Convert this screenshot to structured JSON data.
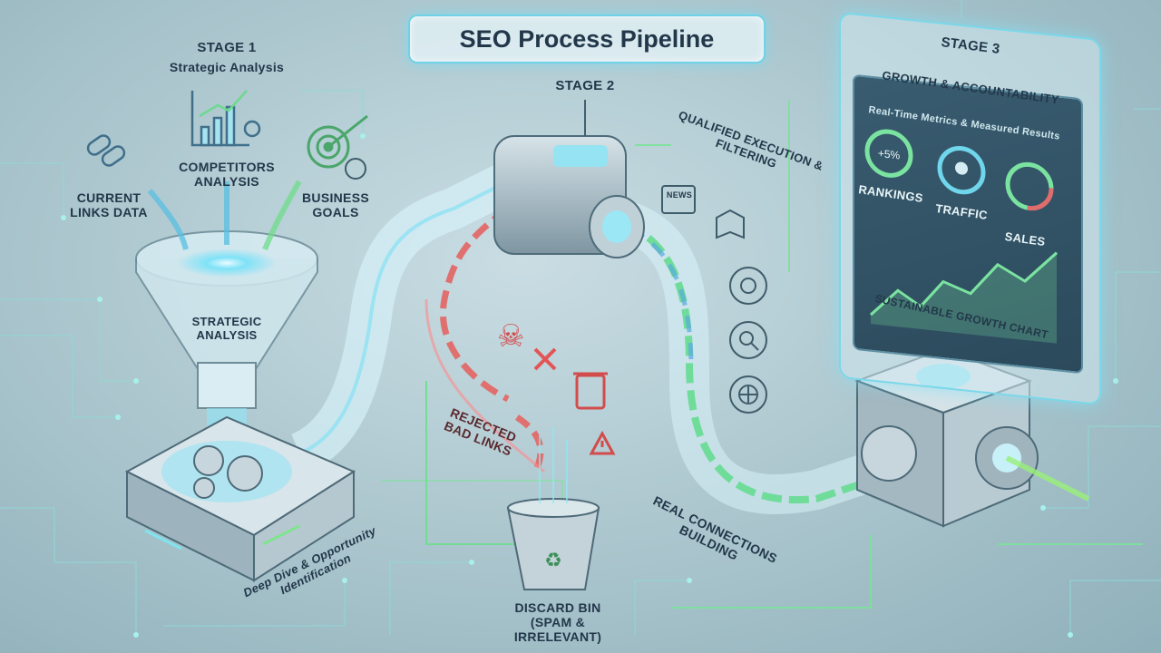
{
  "title": "SEO Process Pipeline",
  "stage1": {
    "heading": "STAGE 1",
    "subtitle": "Strategic Analysis",
    "inputs": {
      "links": "CURRENT LINKS DATA",
      "competitors": "COMPETITORS ANALYSIS",
      "goals": "BUSINESS GOALS"
    },
    "funnel_label": "STRATEGIC ANALYSIS",
    "base_label": "Deep Dive & Opportunity Identification"
  },
  "stage2": {
    "heading": "STAGE 2",
    "subtitle": "QUALIFIED EXECUTION & FILTERING",
    "rejected_label": "REJECTED BAD LINKS",
    "discard_label": "DISCARD BIN (SPAM & IRRELEVANT)",
    "connections_label": "REAL CONNECTIONS BUILDING",
    "news_icon_text": "NEWS"
  },
  "stage3": {
    "heading": "STAGE 3",
    "subtitle": "GROWTH & ACCOUNTABILITY",
    "panel_caption": "Real-Time Metrics & Measured Results",
    "gauge_text": "+5%",
    "metrics": [
      "RANKINGS",
      "TRAFFIC",
      "SALES"
    ],
    "chart_label": "SUSTAINABLE GROWTH CHART"
  },
  "colors": {
    "glow_cyan": "#6fd6ec",
    "chain_good": "#7fe0a8",
    "chain_bad": "#e0706f",
    "background": "#a9c4cc"
  }
}
